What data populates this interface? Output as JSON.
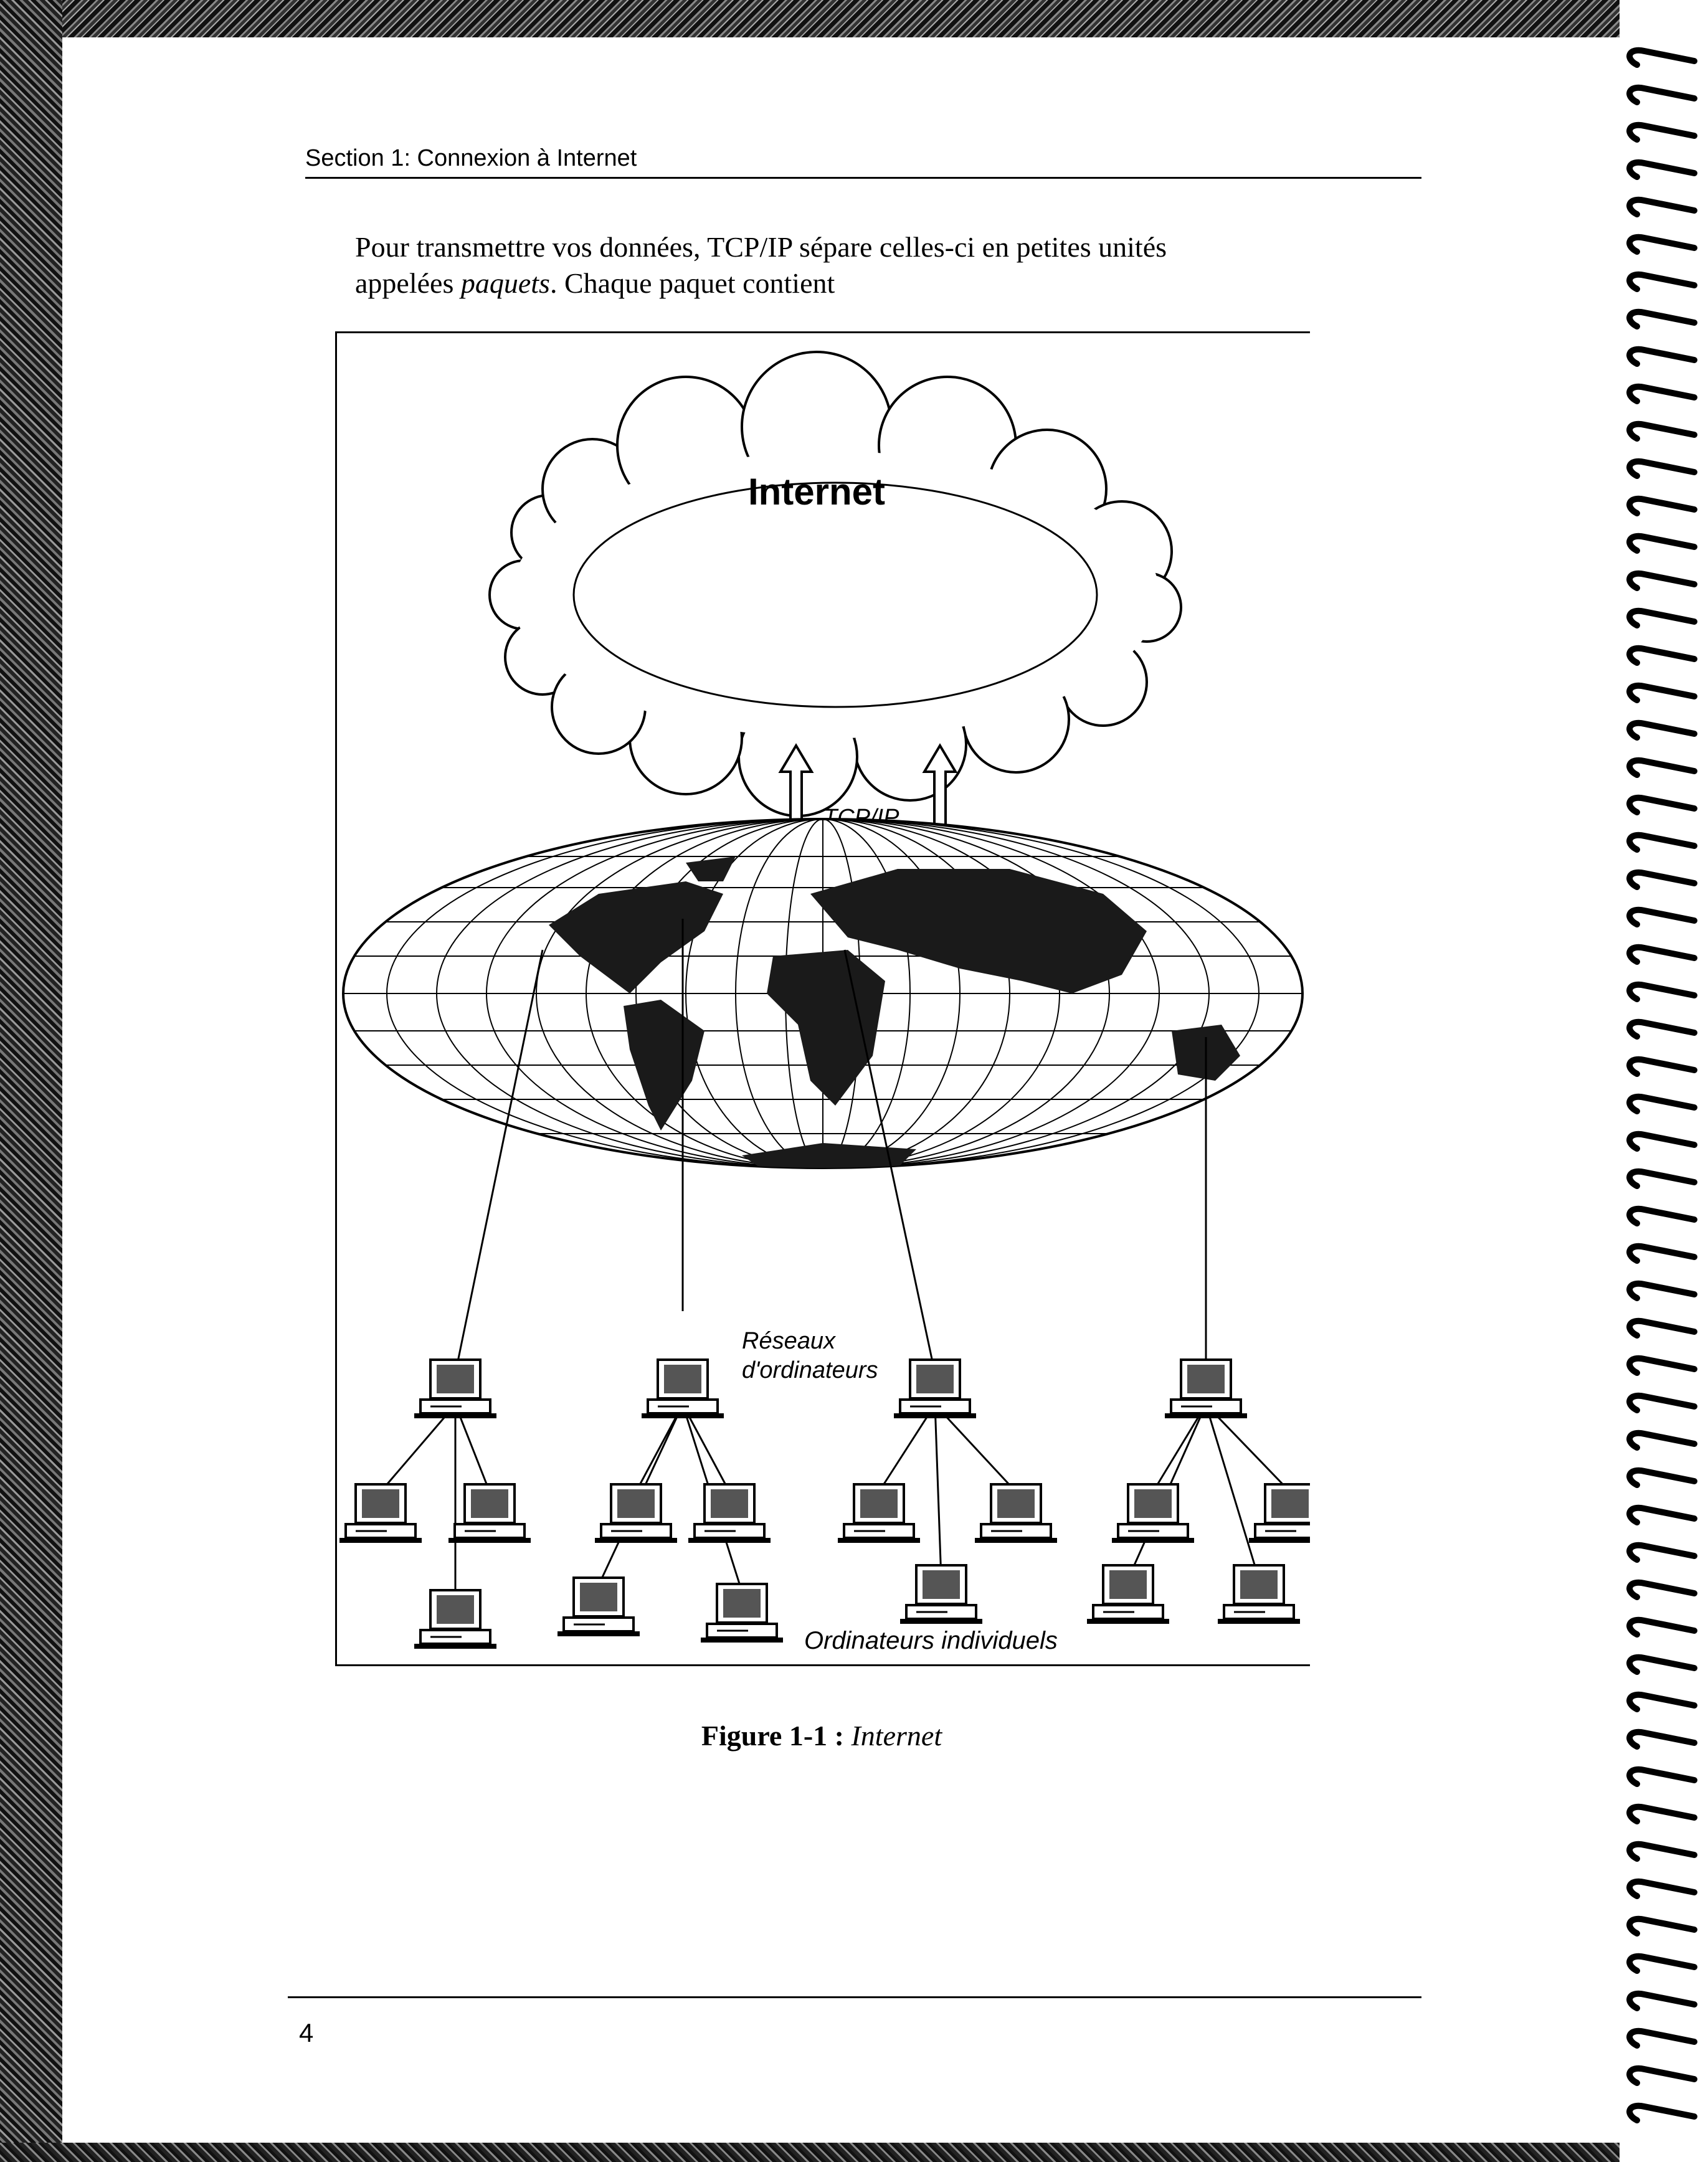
{
  "header": {
    "section": "Section 1: Connexion à Internet"
  },
  "body": {
    "line1": "Pour transmettre vos données, TCP/IP sépare celles-ci en petites unités",
    "line2_prefix": "appelées ",
    "line2_italic": "paquets",
    "line2_suffix": ". Chaque paquet contient"
  },
  "figure": {
    "cloud_label": "Internet",
    "protocol_label": "TCP/IP",
    "networks_label_line1": "Réseaux",
    "networks_label_line2": "d'ordinateurs",
    "individuals_label": "Ordinateurs individuels"
  },
  "caption": {
    "number": "Figure 1-1 : ",
    "title": "Internet"
  },
  "footer": {
    "page_number": "4"
  },
  "colors": {
    "ink": "#000000",
    "paper": "#ffffff",
    "land": "#1a1a1a"
  },
  "icons": [
    "cloud-icon",
    "globe-icon",
    "double-arrow-icon",
    "computer-icon",
    "spiral-binding-icon"
  ]
}
